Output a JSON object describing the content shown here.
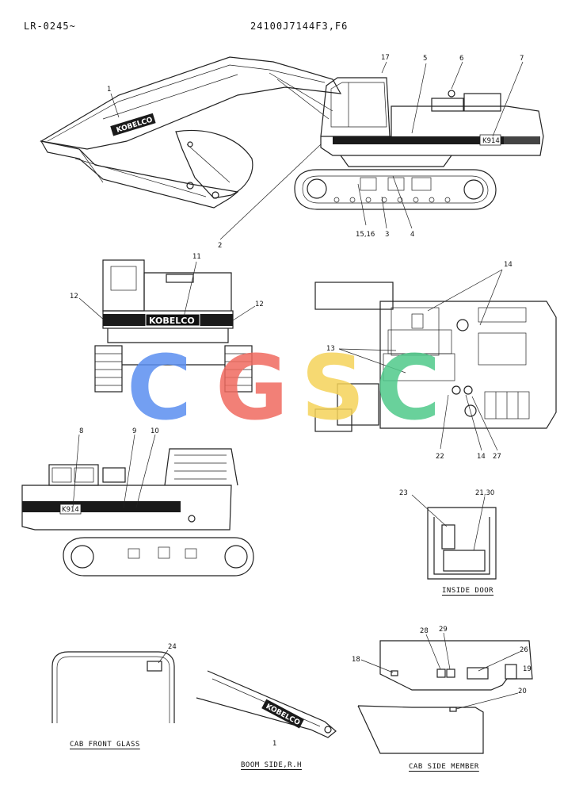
{
  "header": {
    "left_code": "LR-0245~",
    "right_code": "24100J7144F3,F6"
  },
  "watermark": {
    "letters": [
      "C",
      "G",
      "S",
      "C"
    ],
    "colors": [
      "#5b8ff0",
      "#f06a60",
      "#f5d35a",
      "#4fc98a"
    ]
  },
  "brand": {
    "logo_text": "KOBELCO",
    "model_badge": "K914"
  },
  "part_labels": {
    "p1": "1",
    "p2": "2",
    "p3": "3",
    "p4": "4",
    "p5": "5",
    "p6": "6",
    "p7": "7",
    "p8": "8",
    "p9": "9",
    "p10": "10",
    "p11": "11",
    "p12a": "12",
    "p12b": "12",
    "p13": "13",
    "p14a": "14",
    "p14b": "14",
    "p1516": "15,16",
    "p17": "17",
    "p18": "18",
    "p19": "19",
    "p20": "20",
    "p2130": "21,30",
    "p22": "22",
    "p23": "23",
    "p24": "24",
    "p26": "26",
    "p27": "27",
    "p28": "28",
    "p29": "29",
    "p1boom": "1"
  },
  "captions": {
    "inside_door": "INSIDE DOOR",
    "cab_front_glass": "CAB FRONT GLASS",
    "boom_side": "BOOM SIDE,R.H",
    "cab_side_member": "CAB SIDE MEMBER"
  }
}
